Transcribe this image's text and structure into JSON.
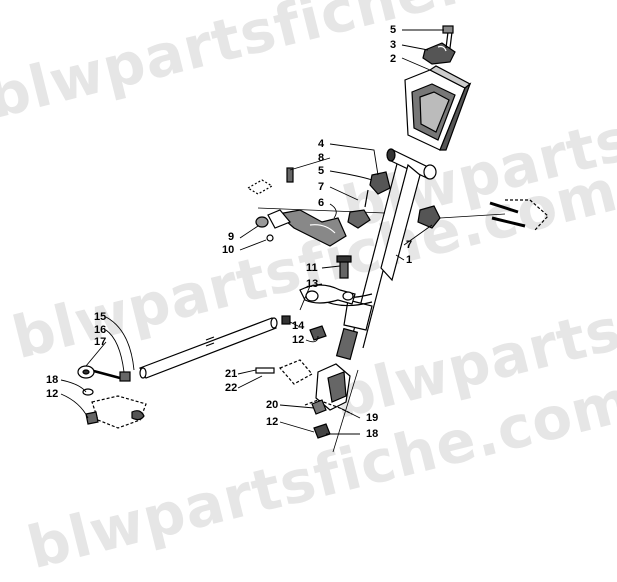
{
  "watermark": "blwpartsfiche.com",
  "callouts": {
    "c5a": "5",
    "c3": "3",
    "c2": "2",
    "c4": "4",
    "c8": "8",
    "c5b": "5",
    "c7a": "7",
    "c6": "6",
    "c9": "9",
    "c10": "10",
    "c7b": "7",
    "c1": "1",
    "c11": "11",
    "c13": "13",
    "c14": "14",
    "c12a": "12",
    "c15": "15",
    "c16": "16",
    "c17": "17",
    "c18a": "18",
    "c12b": "12",
    "c21": "21",
    "c22": "22",
    "c20": "20",
    "c19": "19",
    "c12c": "12",
    "c18b": "18"
  }
}
